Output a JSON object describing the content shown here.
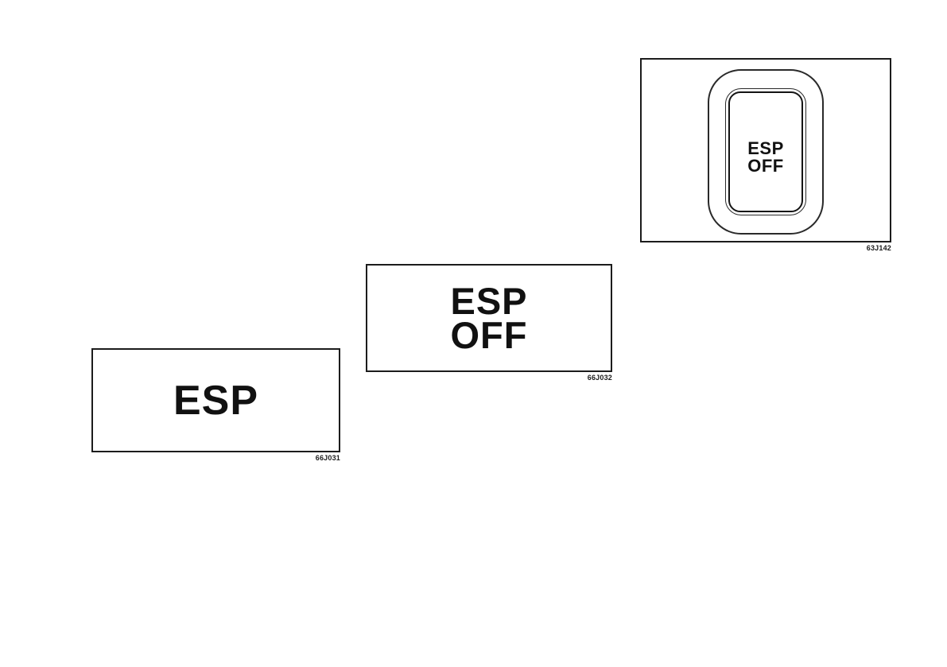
{
  "page": {
    "background": "#ffffff",
    "line_color": "#1c1c1c",
    "text_color": "#111111"
  },
  "figures": {
    "switch": {
      "caption": "63J142",
      "label": {
        "line1": "ESP",
        "line2": "OFF"
      }
    },
    "esp_off": {
      "caption": "66J032",
      "label": {
        "line1": "ESP",
        "line2": "OFF"
      }
    },
    "esp": {
      "caption": "66J031",
      "label": "ESP"
    }
  }
}
